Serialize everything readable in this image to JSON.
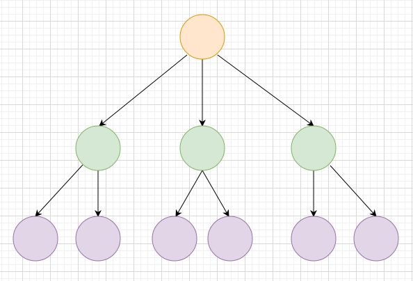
{
  "diagram": {
    "type": "tree",
    "levels": [
      {
        "level": 0,
        "node_count": 1,
        "fill": "#ffe6cc",
        "stroke": "#d79b00"
      },
      {
        "level": 1,
        "node_count": 3,
        "fill": "#d5e8d4",
        "stroke": "#82b366"
      },
      {
        "level": 2,
        "node_count": 6,
        "fill": "#e1d5e7",
        "stroke": "#9673a6"
      }
    ],
    "edges": [
      {
        "from": "root",
        "to": "child-1"
      },
      {
        "from": "root",
        "to": "child-2"
      },
      {
        "from": "root",
        "to": "child-3"
      },
      {
        "from": "child-1",
        "to": "leaf-1"
      },
      {
        "from": "child-1",
        "to": "leaf-2"
      },
      {
        "from": "child-2",
        "to": "leaf-3"
      },
      {
        "from": "child-2",
        "to": "leaf-4"
      },
      {
        "from": "child-3",
        "to": "leaf-5"
      },
      {
        "from": "child-3",
        "to": "leaf-6"
      }
    ],
    "edge_color": "#000000",
    "grid": true
  }
}
